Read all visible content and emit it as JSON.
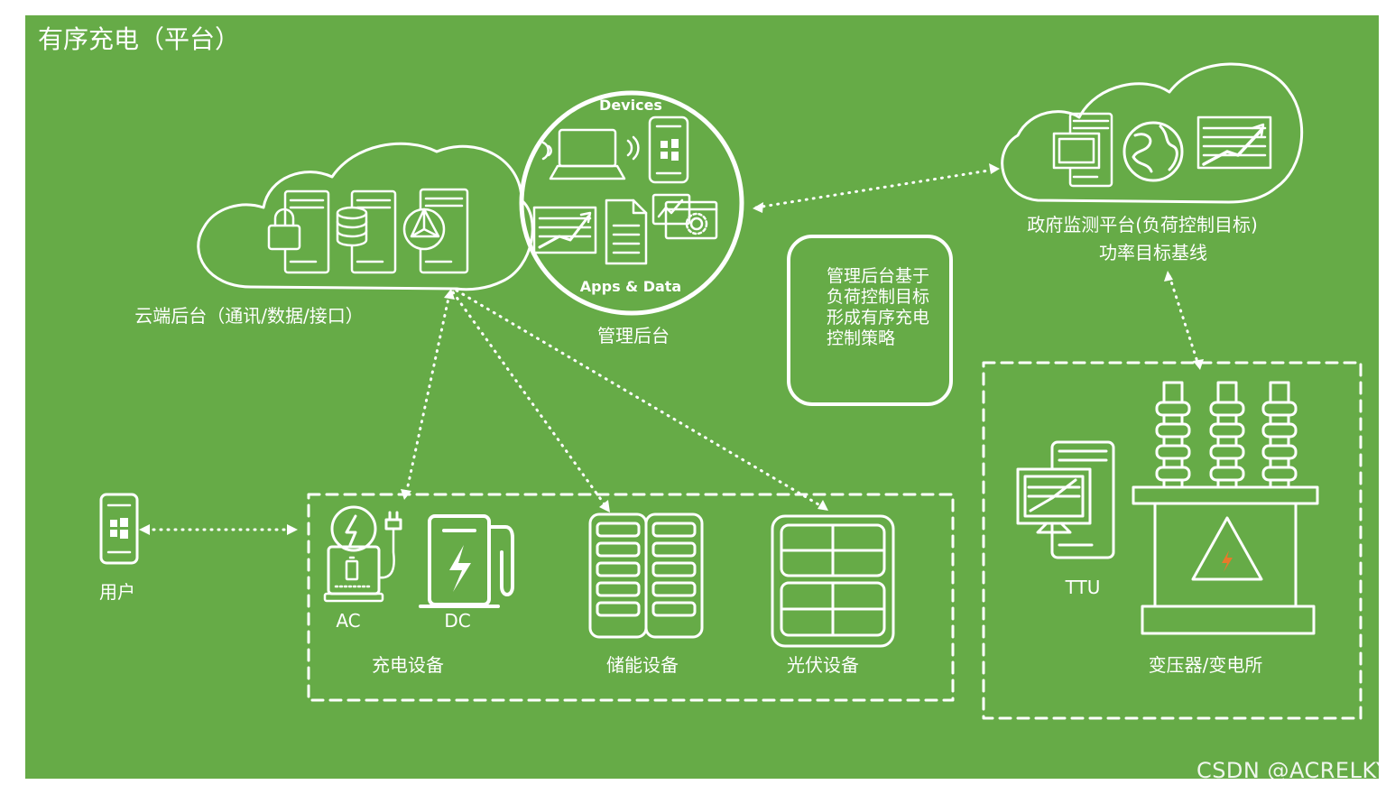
{
  "title": "有序充电（平台）",
  "cloud_backend": {
    "label": "云端后台（通讯/数据/接口）"
  },
  "management": {
    "label": "管理后台",
    "devices_text": "Devices",
    "apps_text": "Apps & Data"
  },
  "strategy_box": {
    "text": "管理后台基于负荷控制目标形成有序充电控制策略"
  },
  "gov_platform": {
    "line1": "政府监测平台(负荷控制目标)",
    "line2": "功率目标基线"
  },
  "user": {
    "label": "用户"
  },
  "charging": {
    "ac_label": "AC",
    "dc_label": "DC",
    "label": "充电设备"
  },
  "storage": {
    "label": "储能设备"
  },
  "pv": {
    "label": "光伏设备"
  },
  "ttu": {
    "label": "TTU"
  },
  "transformer": {
    "label": "变压器/变电所"
  },
  "watermark": "CSDN @ACRELKY",
  "colors": {
    "background": "#66ab47",
    "foreground": "#ffffff",
    "bolt": "#e8792b"
  }
}
